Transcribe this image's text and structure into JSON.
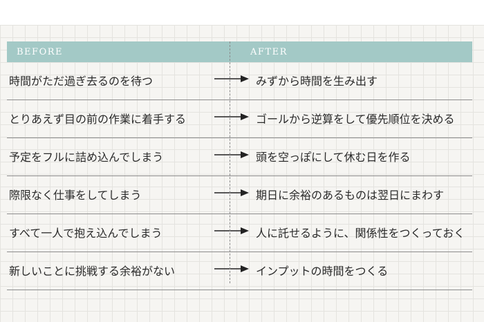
{
  "header": {
    "before": "BEFORE",
    "after": "AFTER"
  },
  "rows": [
    {
      "before": "時間がただ過ぎ去るのを待つ",
      "after": "みずから時間を生み出す"
    },
    {
      "before": "とりあえず目の前の作業に着手する",
      "after": "ゴールから逆算をして優先順位を決める"
    },
    {
      "before": "予定をフルに詰め込んでしまう",
      "after": "頭を空っぽにして休む日を作る"
    },
    {
      "before": "際限なく仕事をしてしまう",
      "after": "期日に余裕のあるものは翌日にまわす"
    },
    {
      "before": "すべて一人で抱え込んでしまう",
      "after": "人に託せるように、関係性をつくっておく"
    },
    {
      "before": "新しいことに挑戦する余裕がない",
      "after": "インプットの時間をつくる"
    }
  ],
  "icons": {
    "row_arrow": "right-arrow-icon"
  },
  "colors": {
    "header_bg": "#a3c9c6",
    "header_text": "#ffffff",
    "text": "#2a2a2a"
  }
}
